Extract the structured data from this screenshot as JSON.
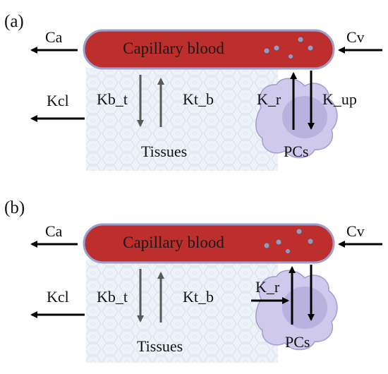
{
  "colors": {
    "blood": "#bc2f2c",
    "blood_border": "#9aa0cf",
    "tissue_fill": "#eef3f9",
    "tissue_cells": "#d4e0ee",
    "pc_fill": "#cfcaec",
    "pc_border": "#a39ad4",
    "pc_nucleus": "#b2aad9",
    "dot": "#8a9ecb",
    "arrow_black": "#000000",
    "arrow_grey": "#595959"
  },
  "panels": [
    {
      "label": "(a)",
      "blood_label": "Capillary blood",
      "tissue_label": "Tissues",
      "cell_label": "PCs",
      "arrows": {
        "ca": "Ca",
        "cv": "Cv",
        "kcl": "Kcl",
        "kb_t": "Kb_t",
        "kt_b": "Kt_b",
        "k_r": "K_r",
        "k_up": "K_up"
      }
    },
    {
      "label": "(b)",
      "blood_label": "Capillary blood",
      "tissue_label": "Tissues",
      "cell_label": "PCs",
      "arrows": {
        "ca": "Ca",
        "cv": "Cv",
        "kcl": "Kcl",
        "kb_t": "Kb_t",
        "kt_b": "Kt_b",
        "k_r": "K_r"
      }
    }
  ]
}
